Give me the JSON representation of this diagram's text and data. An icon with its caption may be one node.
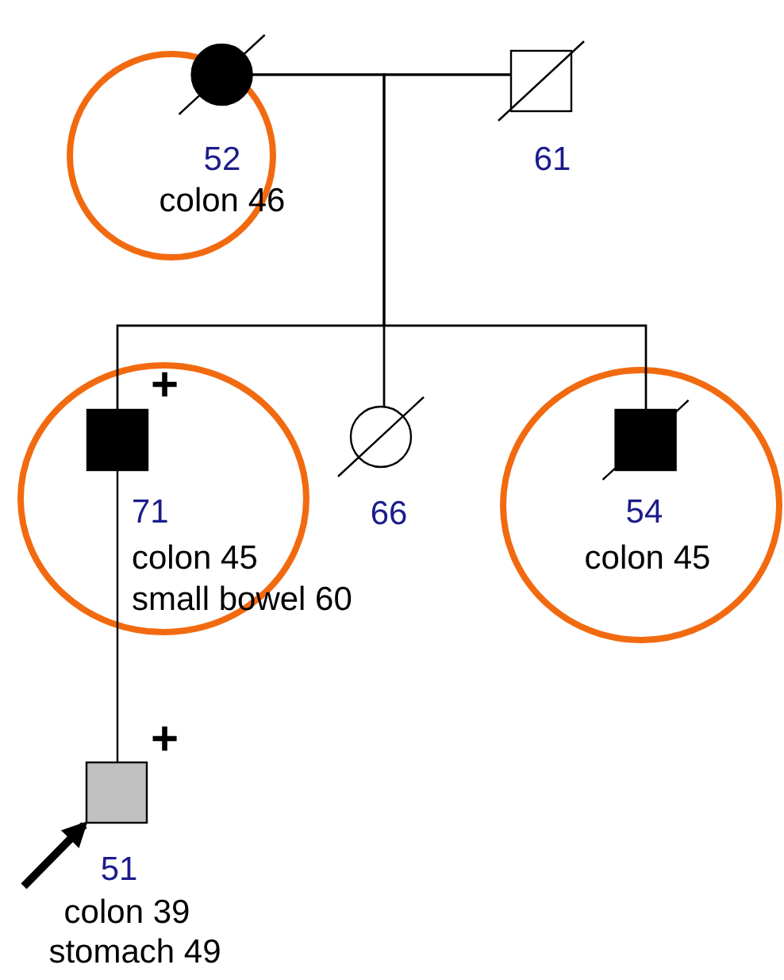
{
  "diagram": {
    "nodes": [
      {
        "text": [],
        "shape": "circle"
      },
      {
        "text": [
          "52",
          "colon 46"
        ],
        "in": 0
      },
      {
        "text": [
          "61"
        ]
      },
      {
        "text": [],
        "shape": "circle"
      },
      {
        "text": [
          "71",
          "colon 45",
          "small bowel 60"
        ],
        "beside": [
          "+"
        ],
        "in": 3
      },
      {
        "text": [
          "66"
        ]
      },
      {
        "text": [],
        "shape": "circle"
      },
      {
        "text": [
          "54",
          "colon 45"
        ],
        "in": 6
      },
      {
        "text": [
          "51",
          "colon 39",
          "stomach 49"
        ],
        "beside": [
          "+"
        ]
      }
    ],
    "edges": [
      {
        "from": 1,
        "to": 2,
        "arrow": "none"
      },
      {
        "from": 1,
        "to": 4,
        "arrow": "none"
      },
      {
        "from": 1,
        "to": 5,
        "arrow": "none"
      },
      {
        "from": 1,
        "to": 7,
        "arrow": "none"
      },
      {
        "from": 2,
        "to": 4,
        "arrow": "none"
      },
      {
        "from": 2,
        "to": 5,
        "arrow": "none"
      },
      {
        "from": 2,
        "to": 7,
        "arrow": "none"
      },
      {
        "from": 4,
        "to": 8,
        "arrow": "none"
      },
      {
        "from": null,
        "to": 8,
        "arrow": "to",
        "style": "thick"
      }
    ]
  }
}
